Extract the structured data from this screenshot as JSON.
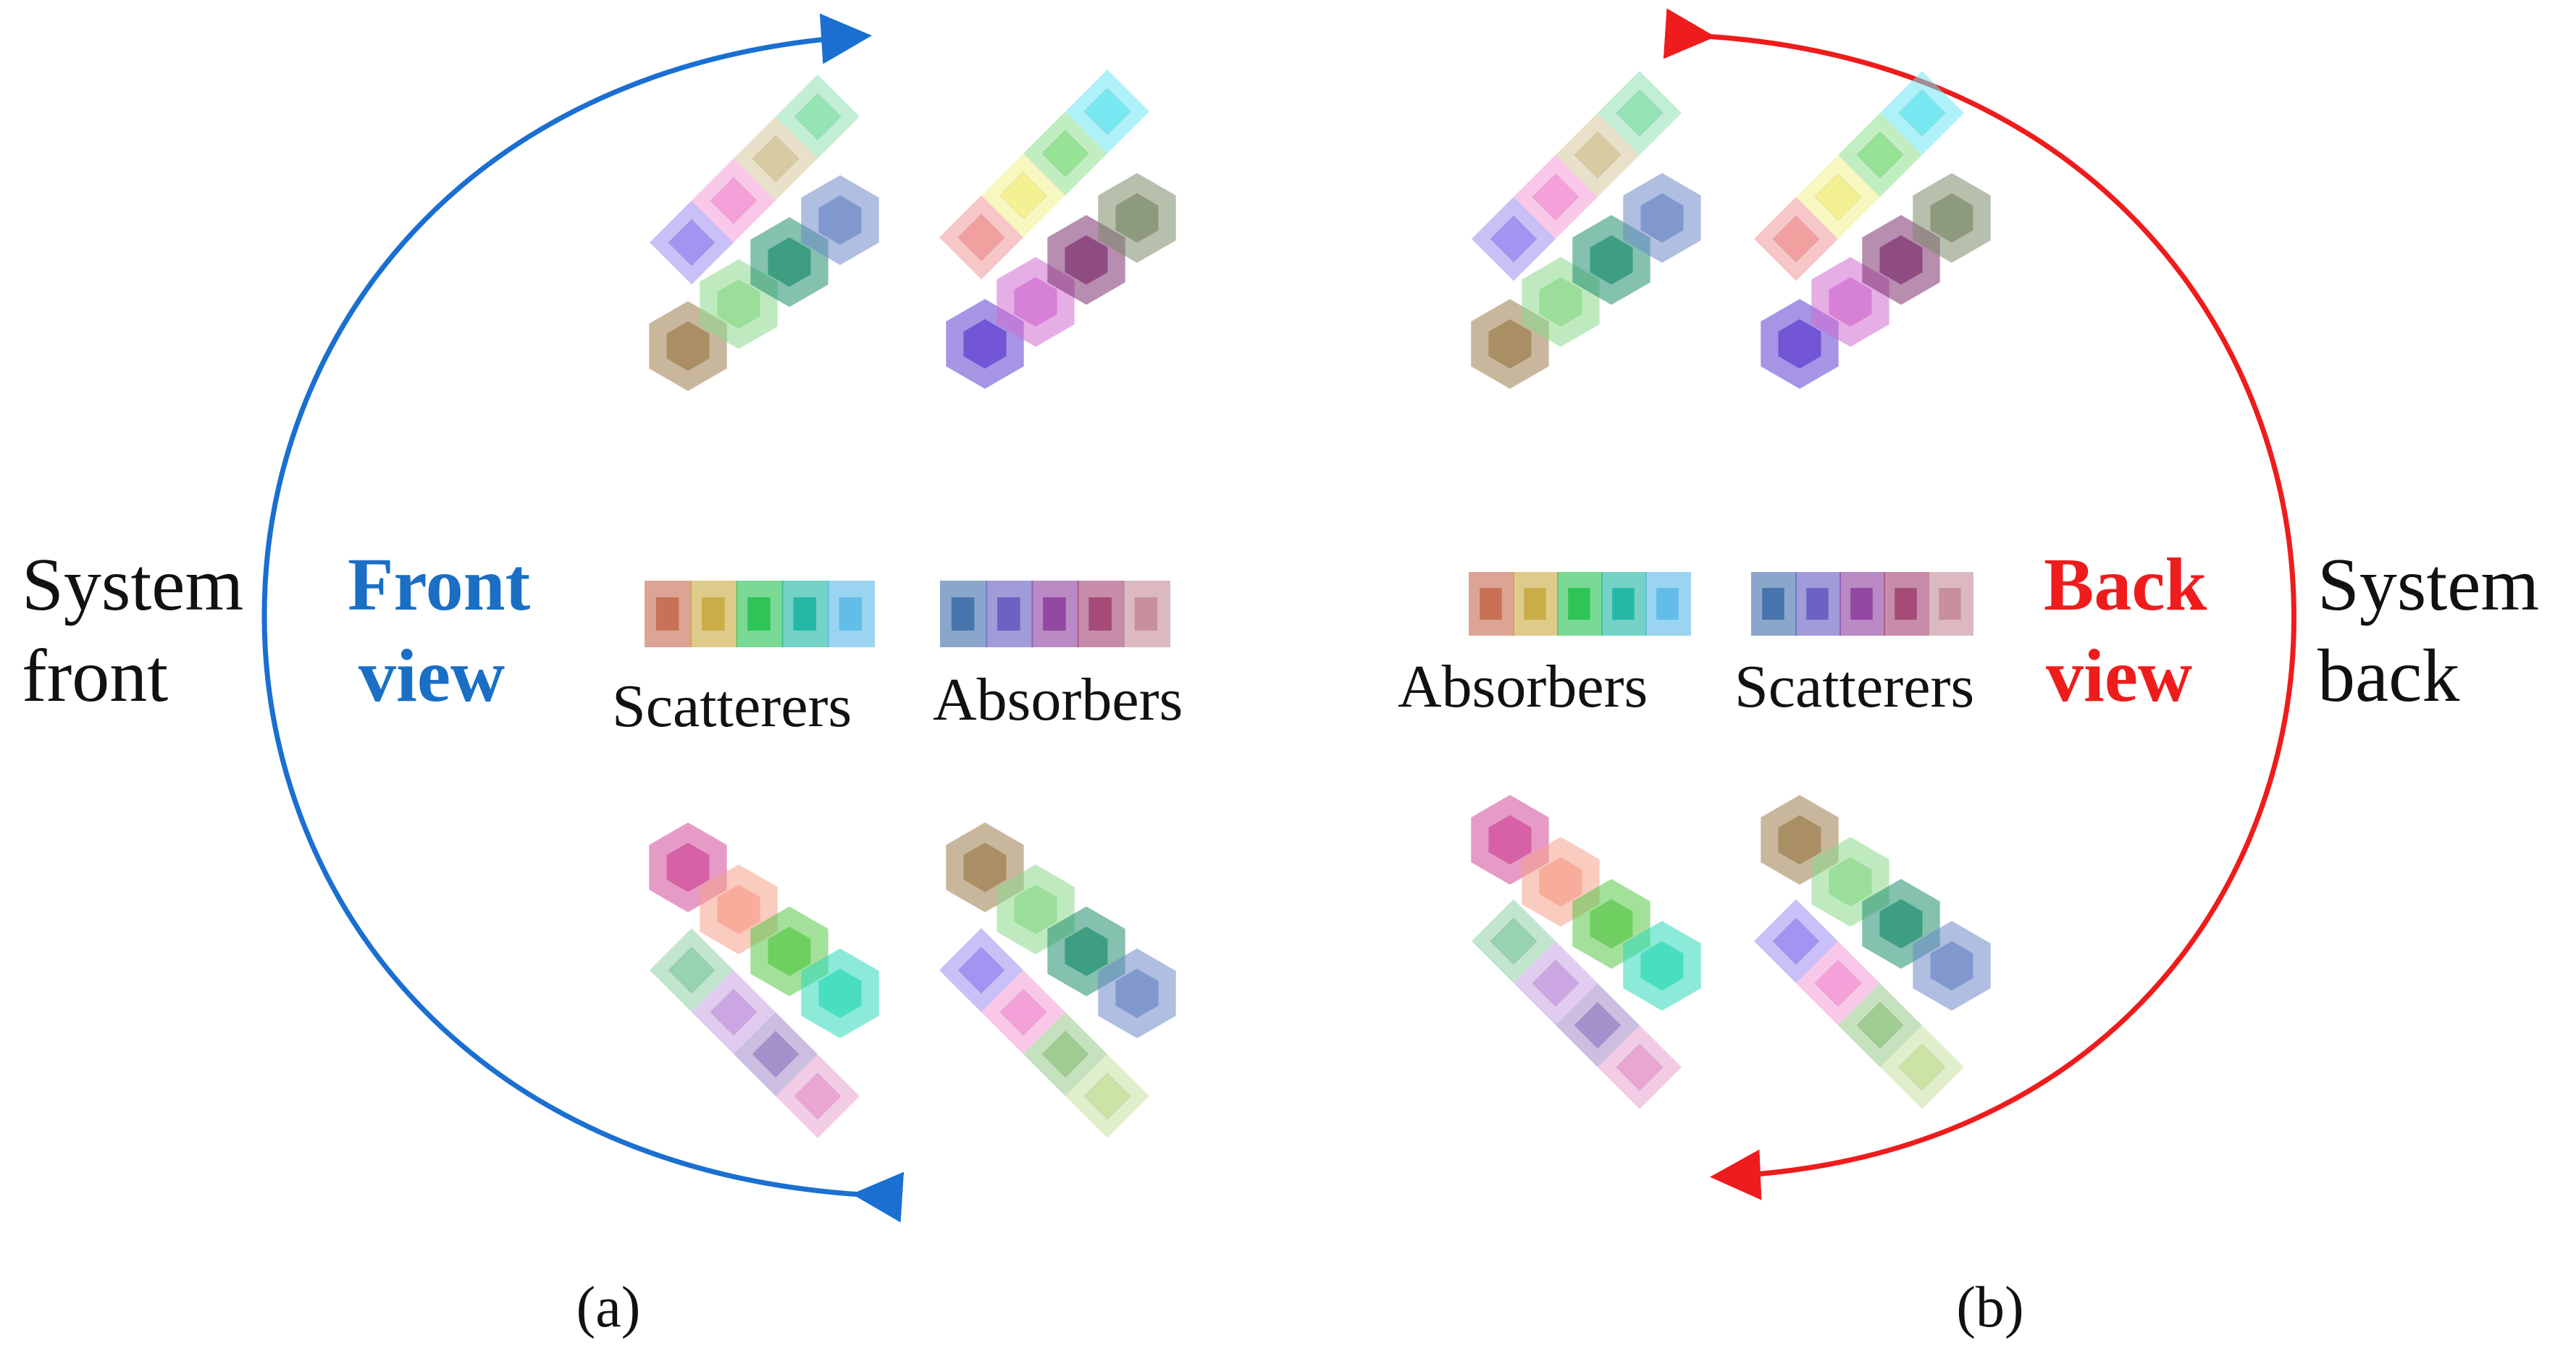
{
  "colors": {
    "front_arc": "#1a6fd1",
    "back_arc": "#ee1c1c",
    "front_label": "#1a6fc4",
    "back_label": "#ee1c1c",
    "text": "#111111"
  },
  "panel_a": {
    "caption": "(a)",
    "system_label": [
      "System",
      "front"
    ],
    "view_label": [
      "Front",
      "view"
    ],
    "left_group_label": "Scatterers",
    "right_group_label": "Absorbers"
  },
  "panel_b": {
    "caption": "(b)",
    "system_label": [
      "System",
      "back"
    ],
    "view_label": [
      "Back",
      "view"
    ],
    "left_group_label": "Absorbers",
    "right_group_label": "Scatterers"
  },
  "palettes": {
    "scatter_square": [
      "#9b8cf0",
      "#f49ad6",
      "#d6c79a",
      "#8ee0b0"
    ],
    "absorb_square": [
      "#f09898",
      "#f2f08a",
      "#8ee08e",
      "#6ee6f2"
    ],
    "scatter_hex": [
      "#9c7c4c",
      "#8ad88a",
      "#1f8e6e",
      "#6e88c8"
    ],
    "absorb_hex": [
      "#5c3cd0",
      "#d06cd0",
      "#7c3070",
      "#7c8a6a"
    ],
    "lower_scatter_hex": [
      "#d04898",
      "#f6a08a",
      "#58c848",
      "#2ed8b8"
    ],
    "lower_scatter_sq": [
      "#8ed0a8",
      "#c8a0e0",
      "#a088c8",
      "#e8a0d0"
    ],
    "lower_absorb_hex": [
      "#9c7c4c",
      "#8ad88a",
      "#1f8e6e",
      "#6e88c8"
    ],
    "lower_absorb_sq": [
      "#9b8cf0",
      "#f49ad6",
      "#98c888",
      "#c8e0a0"
    ],
    "bar_scatter": [
      "#c4684c",
      "#c8a83c",
      "#22c04c",
      "#18b4a0",
      "#58b8e8"
    ],
    "bar_absorb": [
      "#3c6ca8",
      "#6458c0",
      "#8c3c9c",
      "#a04070",
      "#c48898"
    ]
  }
}
